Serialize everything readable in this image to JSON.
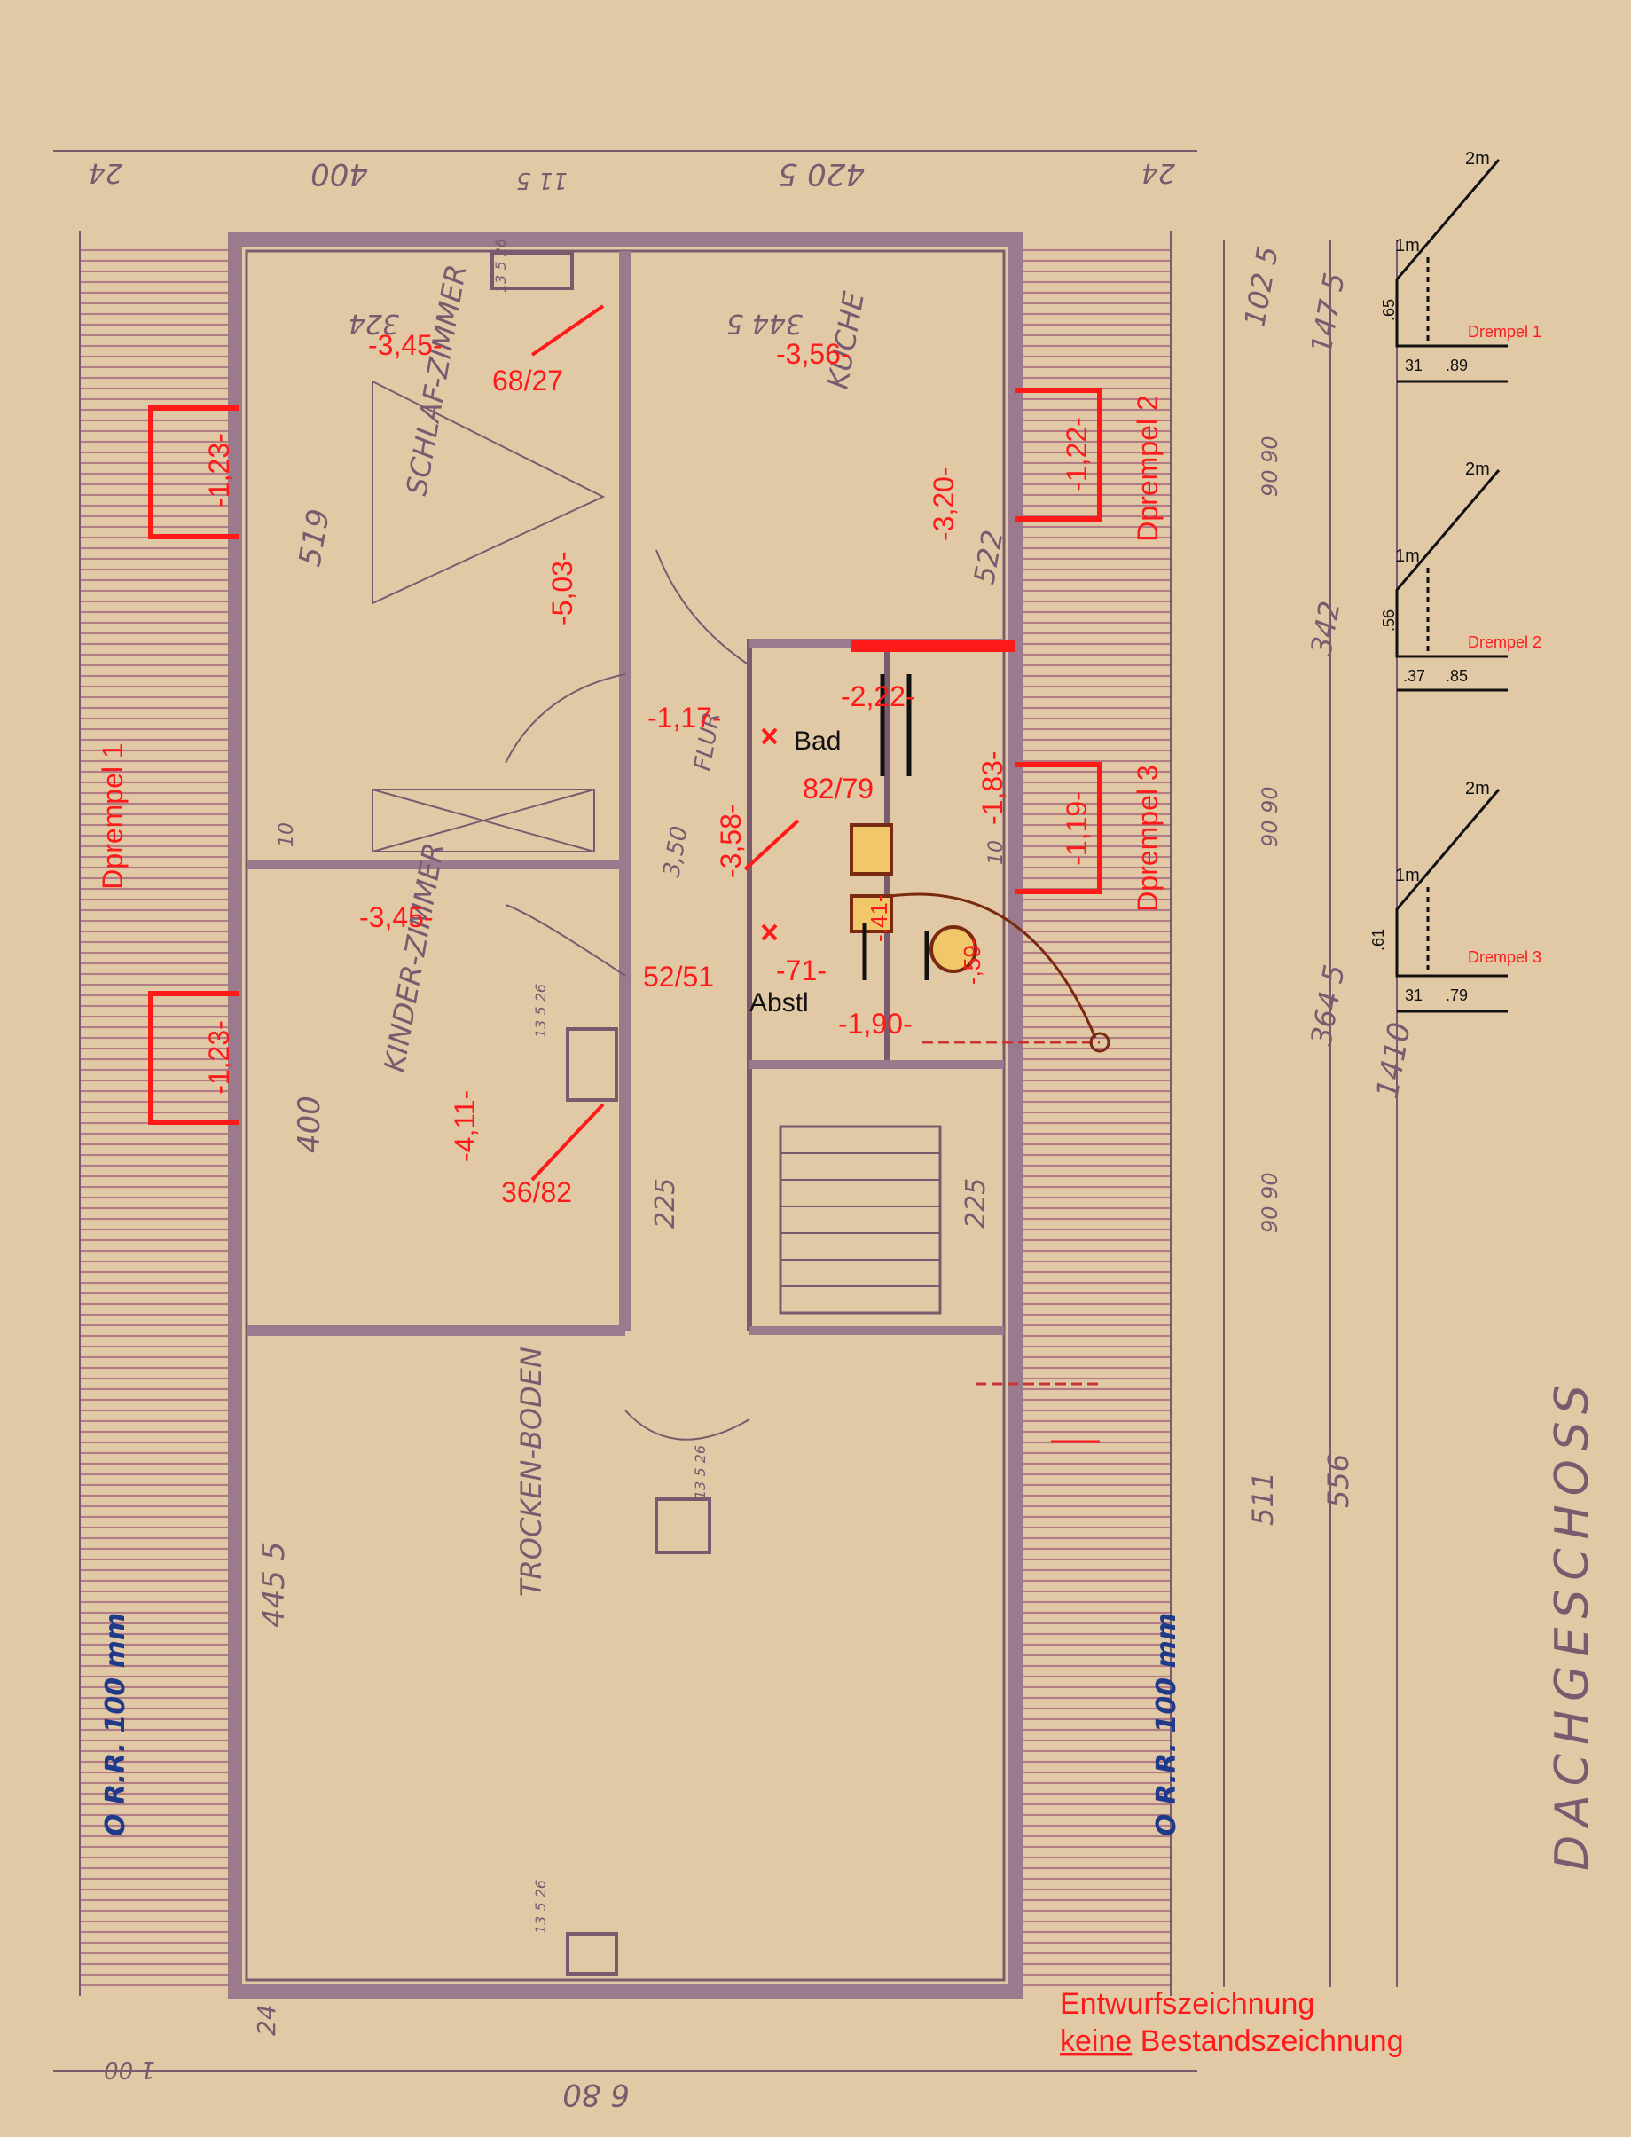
{
  "plan": {
    "title": "DACHGESCHOSS",
    "note_line1": "Entwurfszeichnung",
    "note_line2_a": "keine",
    "note_line2_b": " Bestandszeichnung",
    "rooms": {
      "schlafzimmer": "SCHLAF-ZIMMER",
      "kueche": "KÜCHE",
      "flur": "FLUR",
      "kinderzimmer": "KINDER-ZIMMER",
      "trockenboden": "TROCKEN-BODEN",
      "bad": "Bad",
      "abstl": "Abstl"
    },
    "areas": {
      "schlaf": "-3,45-",
      "kueche": "-3,56-",
      "kinder": "-3,45-",
      "bad": "-2,22-",
      "flur_a": "-1,17-",
      "flur_b": "-3,58-",
      "schlaf_dim": "-5,03-",
      "kinder_dim": "-4,11-",
      "kueche_dim": "-3,20-",
      "right_upper": "-1,83-",
      "abstl_a": "-71-",
      "abstl_b": "-1,90-",
      "bad_small_a": "-,41-",
      "bad_small_b": "-,59-"
    },
    "openings": {
      "o1": "68/27",
      "o2": "82/79",
      "o3": "52/51",
      "o4": "36/82"
    },
    "drempel_boxes": {
      "left_top": "-1,23-",
      "left_bottom": "-1,23-",
      "right_top": "-1,22-",
      "right_bottom": "-1,19-"
    },
    "drempel_labels": {
      "left": "Dprempel 1",
      "right_top": "Dprempel 2",
      "right_bottom": "Dprempel 3"
    },
    "sections": [
      {
        "name": "Drempel  1",
        "top": "2m",
        "mid": "1m",
        "h": ".65",
        "w1": "31",
        "w2": ".89"
      },
      {
        "name": "Drempel  2",
        "top": "2m",
        "mid": "1m",
        "h": ".56",
        "w1": ".37",
        "w2": ".85"
      },
      {
        "name": "Drempel  3",
        "top": "2m",
        "mid": "1m",
        "h": ".61",
        "w1": "31",
        "w2": ".79"
      }
    ],
    "dims_top": [
      "24",
      "400",
      "11 5",
      "420 5",
      "24"
    ],
    "dims_bottom": [
      "24",
      "1 00",
      "6 80"
    ],
    "dims_right": [
      "102 5",
      "147 5",
      "90 90",
      "342",
      "90 90",
      "364 5",
      "1410",
      "90 90",
      "511",
      "556"
    ],
    "dims_inner": [
      "324",
      "344 5",
      "519",
      "522",
      "3,50",
      "400",
      "225",
      "225",
      "445 5",
      "13 5 26",
      "13 5 26",
      "13 5 26",
      "13 5 26",
      "10",
      "10"
    ],
    "roof_note": "O R.R. 100 mm",
    "colors": {
      "paper": "#e2c9a6",
      "pencil": "#7a5a6e",
      "red": "#ff1a1a",
      "hatch": "#b27c86"
    }
  }
}
